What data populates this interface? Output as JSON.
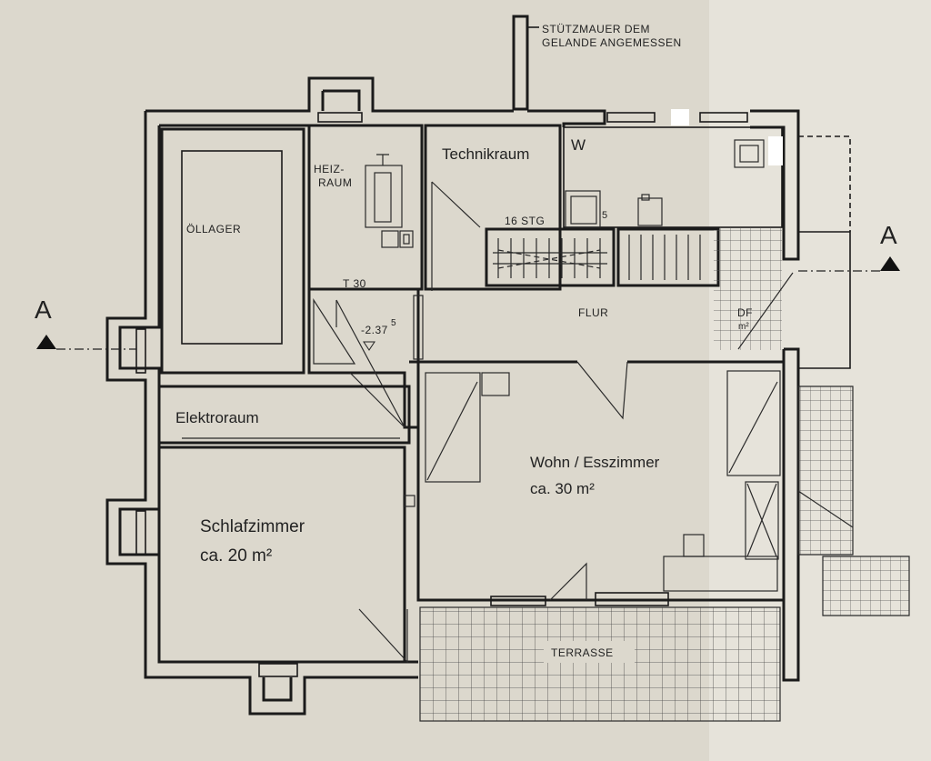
{
  "notes": {
    "retaining_wall_line1": "STÜTZMAUER DEM",
    "retaining_wall_line2": "GELANDE ANGEMESSEN"
  },
  "section_marks": {
    "left": "A",
    "right": "A"
  },
  "rooms": {
    "oil_storage": "ÖLLAGER",
    "heating_line1": "HEIZ-",
    "heating_line2": "RAUM",
    "technical_room": "Technikraum",
    "w": "W",
    "electrical_room": "Elektroraum",
    "hallway": "FLUR",
    "bedroom_name": "Schlafzimmer",
    "bedroom_area": "ca. 20 m²",
    "living_name": "Wohn / Esszimmer",
    "living_area": "ca. 30 m²",
    "terrace": "TERRASSE"
  },
  "annotations": {
    "stairs": "16 STG",
    "fire_door": "T 30",
    "level_value": "-2.37",
    "level_sup": "5",
    "df_label": "DF",
    "df_unit": "m²",
    "small_five": "5"
  },
  "colors": {
    "paper": "#dcd8cd",
    "ink": "#1b1b1b"
  }
}
